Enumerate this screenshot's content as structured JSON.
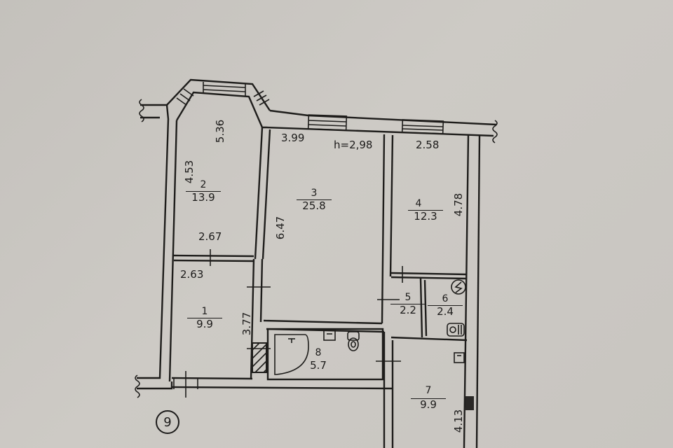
{
  "plan": {
    "ceiling_height": "h=2,98",
    "axis_marker": "9",
    "rooms": [
      {
        "number": "1",
        "area": "9.9",
        "dims": [
          "2.63",
          "3.77"
        ]
      },
      {
        "number": "2",
        "area": "13.9",
        "dims": [
          "5.36",
          "4.53",
          "2.67"
        ]
      },
      {
        "number": "3",
        "area": "25.8",
        "dims": [
          "3.99",
          "6.47"
        ]
      },
      {
        "number": "4",
        "area": "12.3",
        "dims": [
          "2.58",
          "4.78"
        ]
      },
      {
        "number": "5",
        "area": "2.2",
        "dims": []
      },
      {
        "number": "6",
        "area": "2.4",
        "dims": []
      },
      {
        "number": "7",
        "area": "9.9",
        "dims": [
          "4.13"
        ]
      },
      {
        "number": "8",
        "area": "5.7",
        "dims": []
      }
    ],
    "icons": [
      "bathtub-icon",
      "sink-icon",
      "toilet-icon",
      "gas-meter-icon",
      "stove-icon",
      "kitchen-sink-icon",
      "ventilation-shaft-icon"
    ],
    "colors": {
      "paper": "#c9c6c1",
      "ink": "#1e1d1b"
    }
  }
}
